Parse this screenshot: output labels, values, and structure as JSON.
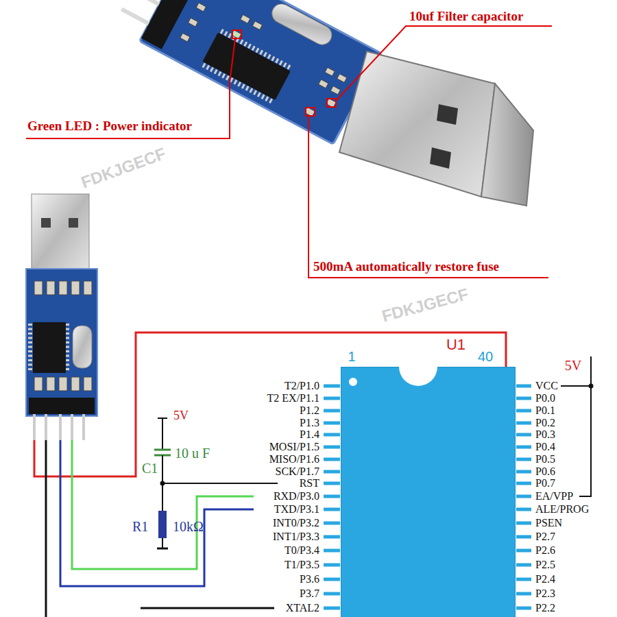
{
  "diagram": {
    "nodes": [
      {
        "text": [
          "U1"
        ]
      }
    ],
    "labels": [
      "10uf Filter capacitor",
      "Green LED : Power indicator",
      "500mA automatically restore fuse",
      "1",
      "40",
      "5V",
      "5V",
      "10 u F",
      "C1",
      "R1",
      "10kΩ",
      "T2/P1.0",
      "T2 EX/P1.1",
      "P1.2",
      "P1.3",
      "P1.4",
      "MOSI/P1.5",
      "MISO/P1.6",
      "SCK/P1.7",
      "RST",
      "RXD/P3.0",
      "TXD/P3.1",
      "INT0/P3.2",
      "INT1/P3.3",
      "T0/P3.4",
      "T1/P3.5",
      "P3.6",
      "P3.7",
      "XTAL2",
      "VCC",
      "P0.0",
      "P0.1",
      "P0.2",
      "P0.3",
      "P0.4",
      "P0.5",
      "P0.6",
      "P0.7",
      "EA/VPP",
      "ALE/PROG",
      "PSEN",
      "P2.7",
      "P2.6",
      "P2.5",
      "P2.4",
      "P2.3",
      "P2.2",
      "FDKJGECF",
      "FDKJGECF"
    ]
  }
}
